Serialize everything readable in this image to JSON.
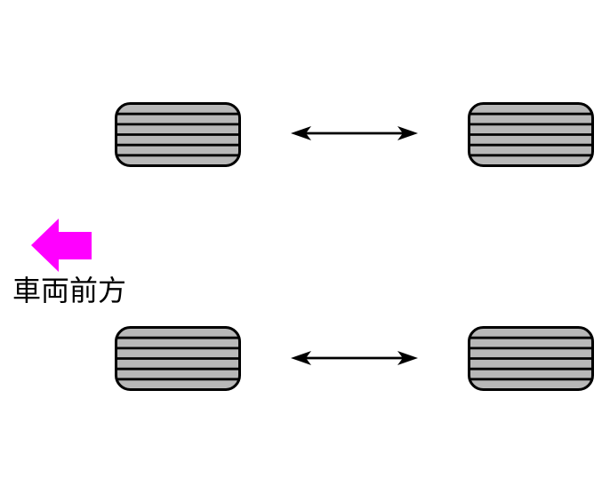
{
  "diagram": {
    "front_label": "車両前方",
    "tires": [
      {
        "name": "tire-front-left",
        "position": "top-left"
      },
      {
        "name": "tire-rear-left",
        "position": "top-right"
      },
      {
        "name": "tire-front-right",
        "position": "bottom-left"
      },
      {
        "name": "tire-rear-right",
        "position": "bottom-right"
      }
    ],
    "arrows": [
      {
        "name": "swap-arrow-top",
        "type": "double-headed-horizontal"
      },
      {
        "name": "swap-arrow-bottom",
        "type": "double-headed-horizontal"
      },
      {
        "name": "vehicle-front-arrow",
        "type": "solid-left"
      }
    ],
    "colors": {
      "background": "#ffffff",
      "tire_fill": "#b8b8b8",
      "tire_stroke": "#000000",
      "tread_line": "#000000",
      "swap_arrow": "#000000",
      "front_arrow": "#ff00ff",
      "label_text": "#000000"
    }
  }
}
